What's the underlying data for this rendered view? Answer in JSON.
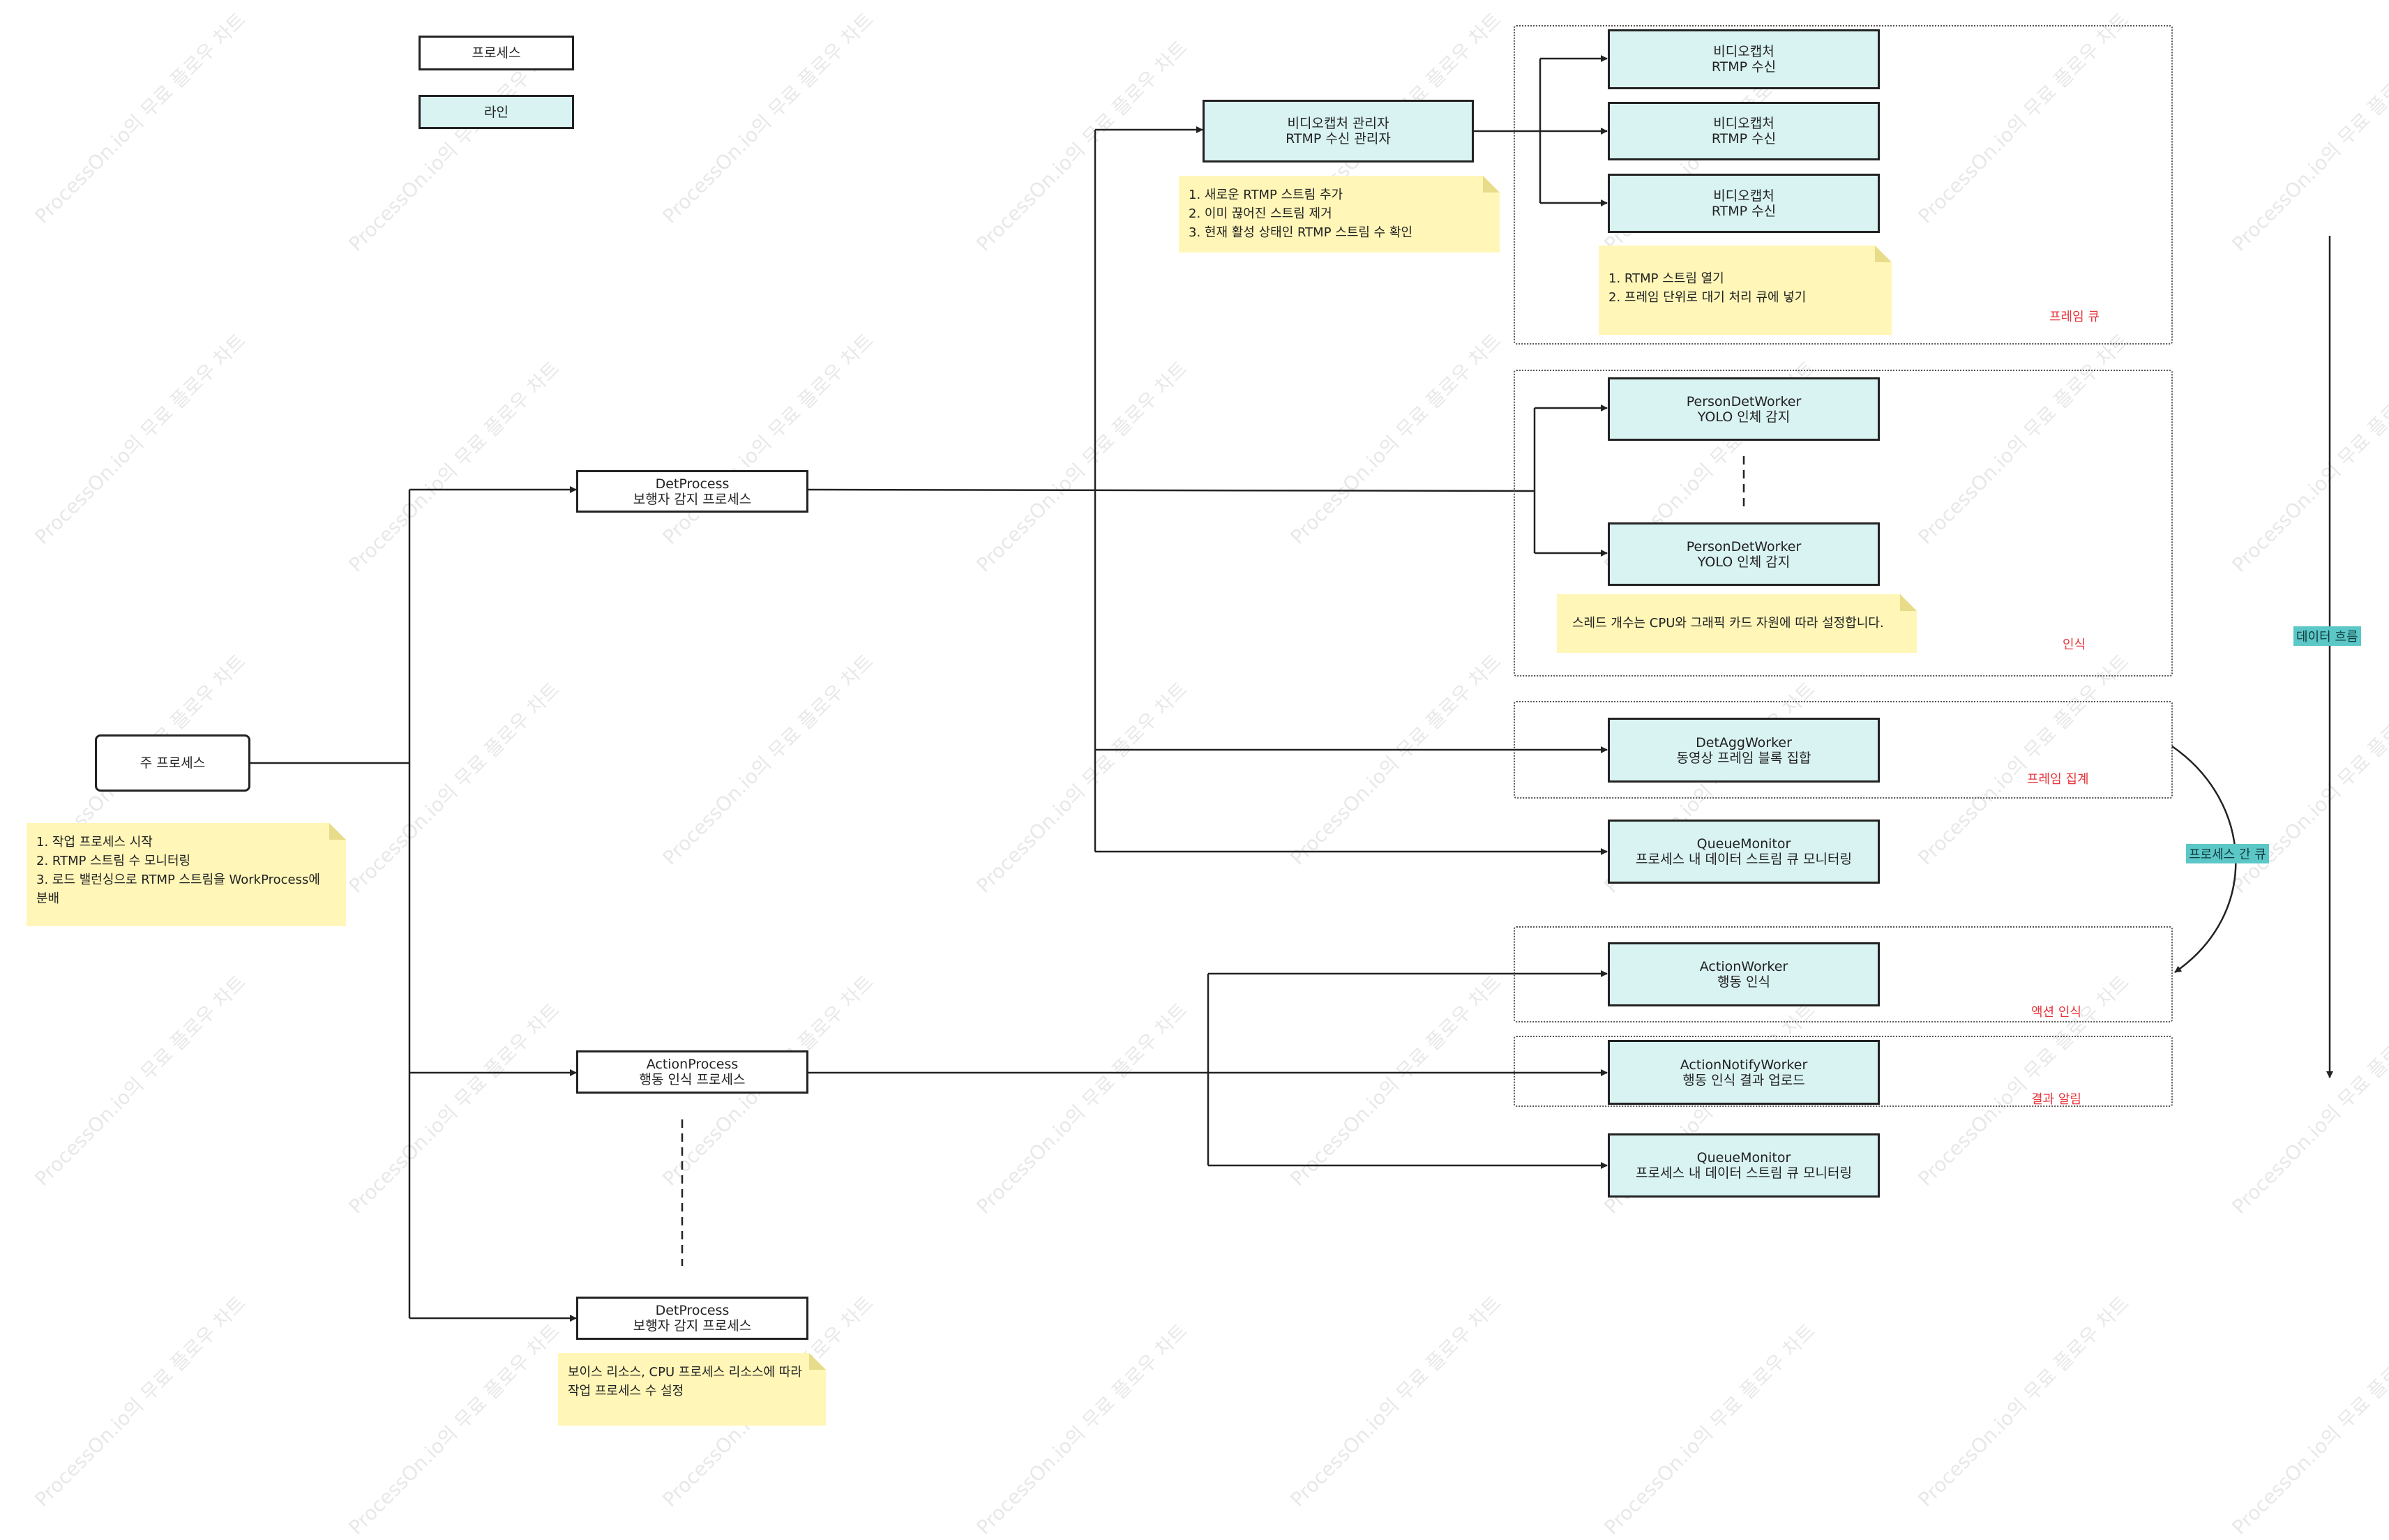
{
  "legend": {
    "process": "프로세스",
    "line": "라인"
  },
  "main": {
    "title": "주 프로세스",
    "note": [
      "1. 작업 프로세스 시작",
      "2. RTMP 스트림 수 모니터링",
      "3. 로드 밸런싱으로 RTMP 스트림을 WorkProcess에",
      "분배"
    ]
  },
  "det_process_top": {
    "name": "DetProcess",
    "desc": "보행자 감지 프로세스"
  },
  "action_process": {
    "name": "ActionProcess",
    "desc": "행동 인식 프로세스"
  },
  "det_process_bottom": {
    "name": "DetProcess",
    "desc": "보행자 감지 프로세스"
  },
  "bottom_note": [
    "보이스 리소스, CPU 프로세스 리소스에 따라",
    "작업 프로세스 수 설정"
  ],
  "capture_manager": {
    "line1": "비디오캡처 관리자",
    "line2": "RTMP 수신 관리자",
    "note": [
      "1. 새로운 RTMP 스트림 추가",
      "2. 이미 끊어진 스트림 제거",
      "3. 현재 활성 상태인 RTMP 스트림 수 확인"
    ]
  },
  "capture_workers": [
    {
      "line1": "비디오캡처",
      "line2": "RTMP 수신"
    },
    {
      "line1": "비디오캡처",
      "line2": "RTMP 수신"
    },
    {
      "line1": "비디오캡처",
      "line2": "RTMP 수신"
    }
  ],
  "capture_note": [
    "1. RTMP 스트림 열기",
    "2. 프레임 단위로 대기 처리 큐에 넣기"
  ],
  "group_labels": {
    "frame_queue": "프레임 큐",
    "recognition": "인식",
    "frame_agg": "프레임 집계",
    "action_recog": "액션 인식",
    "result_notify": "결과 알림"
  },
  "person_workers": [
    {
      "name": "PersonDetWorker",
      "desc": "YOLO 인체 감지"
    },
    {
      "name": "PersonDetWorker",
      "desc": "YOLO 인체 감지"
    }
  ],
  "person_note": "스레드 개수는 CPU와 그래픽 카드 자원에 따라 설정합니다.",
  "det_agg": {
    "name": "DetAggWorker",
    "desc": "동영상 프레임 블록 집합"
  },
  "queue_monitor_top": {
    "name": "QueueMonitor",
    "desc": "프로세스 내 데이터 스트림 큐 모니터링"
  },
  "action_worker": {
    "name": "ActionWorker",
    "desc": "행동 인식"
  },
  "action_notify": {
    "name": "ActionNotifyWorker",
    "desc": "행동 인식 결과 업로드"
  },
  "queue_monitor_bottom": {
    "name": "QueueMonitor",
    "desc": "프로세스 내 데이터 스트림 큐 모니터링"
  },
  "tags": {
    "data_flow": "데이터 흐름",
    "inter_process_queue": "프로세스 간 큐"
  },
  "watermark": "ProcessOn.io의 무료 플로우 차트",
  "colors": {
    "line_fill": "#d9f2f2",
    "note_fill": "#fff6b8",
    "group_label": "#e8333a",
    "tag_fill": "#5cc7c7"
  }
}
